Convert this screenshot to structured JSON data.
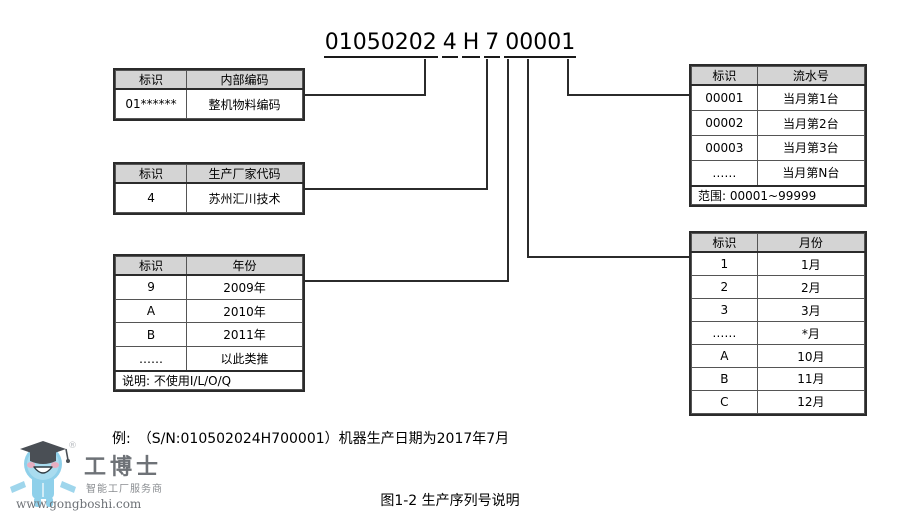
{
  "figure": {
    "caption": "图1-2 生产序列号说明",
    "example": "例:　（S/N:010502024H700001）机器生产日期为2017年7月"
  },
  "serial": {
    "segments": [
      {
        "name": "internal-code",
        "text": "01050202"
      },
      {
        "name": "manufacturer",
        "text": "4"
      },
      {
        "name": "year",
        "text": "H"
      },
      {
        "name": "month",
        "text": "7"
      },
      {
        "name": "sequence",
        "text": "00001"
      }
    ]
  },
  "tables": {
    "internal_code": {
      "headers": [
        "标识",
        "内部编码"
      ],
      "rows": [
        [
          "01******",
          "整机物料编码"
        ]
      ]
    },
    "manufacturer": {
      "headers": [
        "标识",
        "生产厂家代码"
      ],
      "rows": [
        [
          "4",
          "苏州汇川技术"
        ]
      ]
    },
    "year": {
      "headers": [
        "标识",
        "年份"
      ],
      "rows": [
        [
          "9",
          "2009年"
        ],
        [
          "A",
          "2010年"
        ],
        [
          "B",
          "2011年"
        ],
        [
          "……",
          "以此类推"
        ]
      ],
      "footer": "说明: 不使用I/L/O/Q"
    },
    "serial_sequence": {
      "headers": [
        "标识",
        "流水号"
      ],
      "rows": [
        [
          "00001",
          "当月第1台"
        ],
        [
          "00002",
          "当月第2台"
        ],
        [
          "00003",
          "当月第3台"
        ],
        [
          "……",
          "当月第N台"
        ]
      ],
      "footer": "范围: 00001~99999"
    },
    "month": {
      "headers": [
        "标识",
        "月份"
      ],
      "rows": [
        [
          "1",
          "1月"
        ],
        [
          "2",
          "2月"
        ],
        [
          "3",
          "3月"
        ],
        [
          "……",
          "*月"
        ],
        [
          "A",
          "10月"
        ],
        [
          "B",
          "11月"
        ],
        [
          "C",
          "12月"
        ]
      ]
    }
  },
  "watermark": {
    "brand": "工博士",
    "tagline": "智能工厂服务商",
    "url": "www.gongboshi.com",
    "registered": "®",
    "body_color": "#7fc9e6",
    "cap_color": "#4a4f55"
  },
  "colors": {
    "header_fill": "#d4d4d4",
    "border": "#2b2b2b",
    "line": "#2b2b2b"
  }
}
